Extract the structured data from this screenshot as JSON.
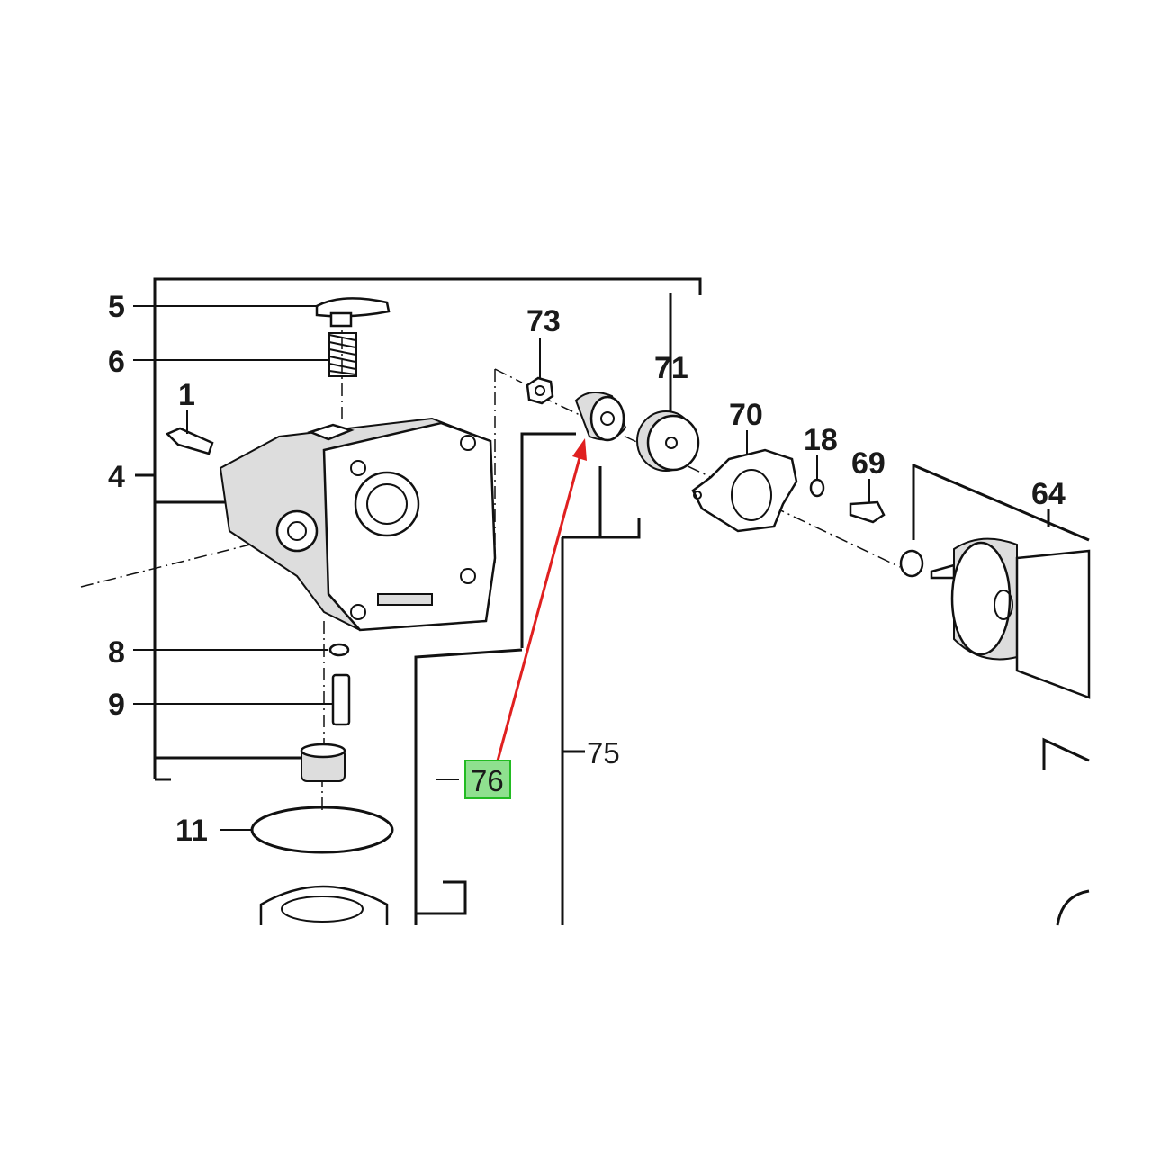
{
  "diagram": {
    "part_labels": {
      "p5": "5",
      "p6": "6",
      "p1": "1",
      "p4": "4",
      "p8": "8",
      "p9": "9",
      "p11": "11",
      "p73": "73",
      "p71": "71",
      "p70": "70",
      "p18": "18",
      "p69": "69",
      "p64": "64",
      "p75": "75",
      "p76": "76"
    },
    "highlight": {
      "label": "76",
      "color": "#7ee07e",
      "border": "#22bb22"
    },
    "arrow": {
      "from": "76",
      "to": "rubber-bushing",
      "color": "#e02020"
    }
  }
}
